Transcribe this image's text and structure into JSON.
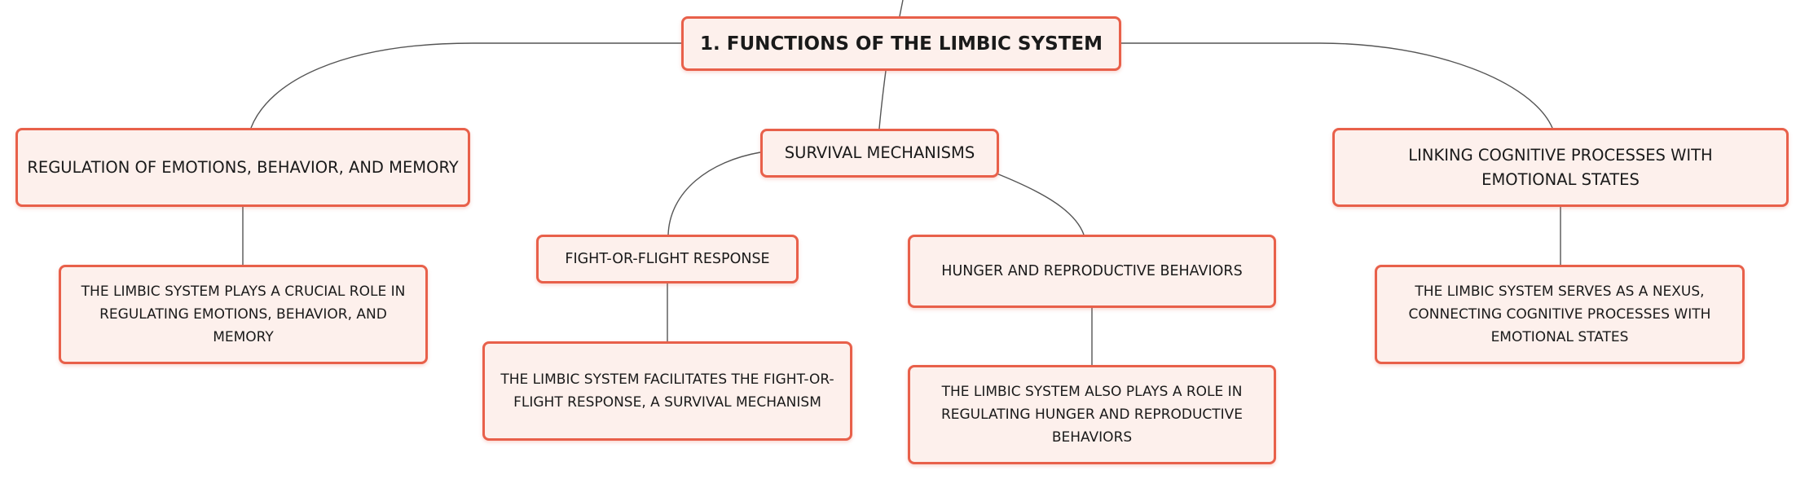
{
  "diagram": {
    "root": {
      "label": "1. FUNCTIONS OF THE LIMBIC SYSTEM"
    },
    "branches": {
      "regulation": {
        "label": "REGULATION OF EMOTIONS, BEHAVIOR, AND MEMORY",
        "detail": "THE LIMBIC SYSTEM PLAYS A CRUCIAL ROLE IN REGULATING EMOTIONS, BEHAVIOR, AND MEMORY"
      },
      "survival": {
        "label": "SURVIVAL MECHANISMS",
        "children": {
          "fight_flight": {
            "label": "FIGHT-OR-FLIGHT RESPONSE",
            "detail": "THE LIMBIC SYSTEM FACILITATES THE FIGHT-OR-FLIGHT RESPONSE, A SURVIVAL MECHANISM"
          },
          "hunger": {
            "label": "HUNGER AND REPRODUCTIVE BEHAVIORS",
            "detail": "THE LIMBIC SYSTEM ALSO PLAYS A ROLE IN REGULATING HUNGER AND REPRODUCTIVE BEHAVIORS"
          }
        }
      },
      "cognitive": {
        "label": "LINKING COGNITIVE PROCESSES WITH EMOTIONAL STATES",
        "detail": "THE LIMBIC SYSTEM SERVES AS A NEXUS, CONNECTING COGNITIVE PROCESSES WITH EMOTIONAL STATES"
      }
    },
    "colors": {
      "node_border": "#e8604a",
      "node_fill": "#fdf0ec",
      "connector": "#555555",
      "text": "#1a1a1a"
    }
  }
}
